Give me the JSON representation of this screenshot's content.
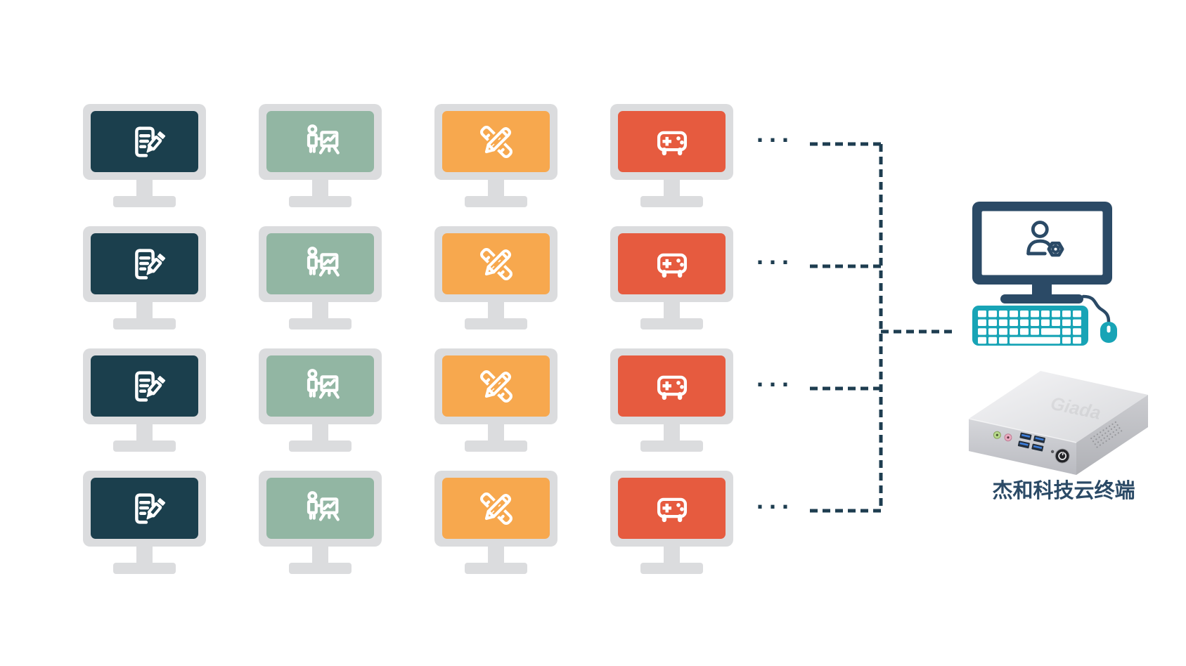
{
  "canvas": {
    "background": "#FFFFFF"
  },
  "client_grid": {
    "rows": 4,
    "row_ellipsis": "...",
    "monitor_frame_color": "#DBDCDE",
    "icon_color": "#FFFFFF",
    "columns": [
      {
        "name": "office-documents",
        "icon": "document-edit-icon",
        "screen_color": "#1B3F4D"
      },
      {
        "name": "presentation-training",
        "icon": "presentation-chart-icon",
        "screen_color": "#92B6A3"
      },
      {
        "name": "design-tools",
        "icon": "ruler-pencil-icon",
        "screen_color": "#F7A84E"
      },
      {
        "name": "gaming",
        "icon": "gamepad-icon",
        "screen_color": "#E65B3F"
      }
    ]
  },
  "connectors": {
    "color": "#1E3D50",
    "style": "dashed",
    "rows_connected": 4
  },
  "workstation": {
    "monitor_color": "#2B4A66",
    "peripheral_color": "#18A4B6",
    "screen_icon": "user-gear-icon"
  },
  "device": {
    "logo": "Giada",
    "label": "杰和科技云终端",
    "label_color": "#2B4A66"
  }
}
